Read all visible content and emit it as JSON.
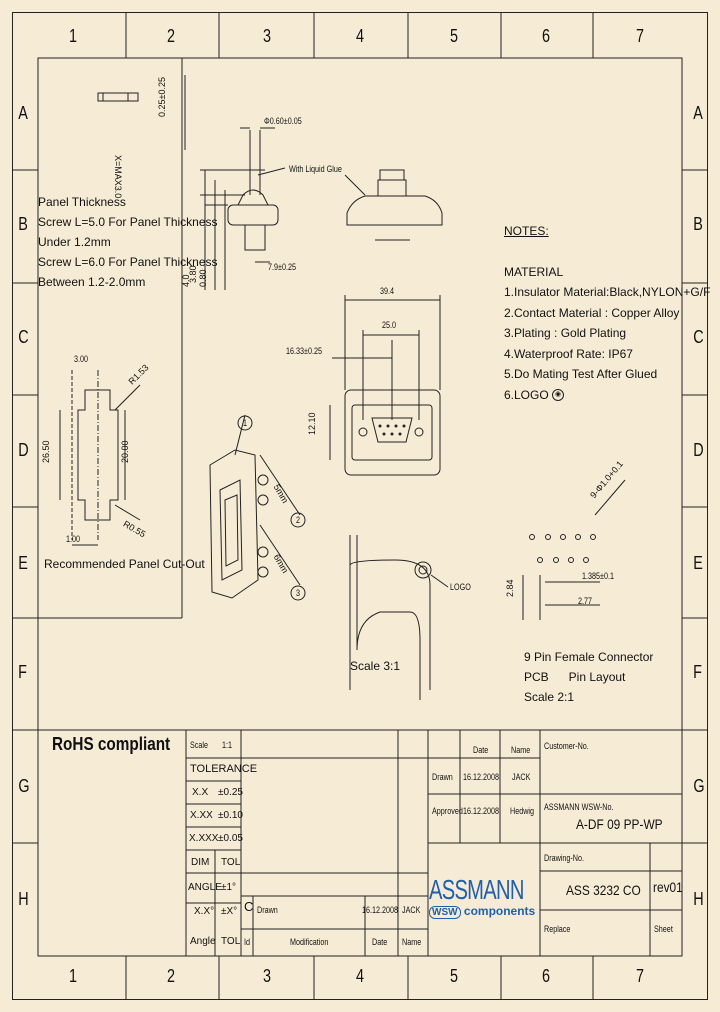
{
  "grid": {
    "columns": [
      "1",
      "2",
      "3",
      "4",
      "5",
      "6",
      "7"
    ],
    "rows": [
      "A",
      "B",
      "C",
      "D",
      "E",
      "F",
      "G",
      "H"
    ]
  },
  "panel_note": {
    "lines": [
      "Panel Thickness",
      "Screw L=5.0 For Panel Thickness",
      "Under 1.2mm",
      "Screw L=6.0 For Panel Thickness",
      "Between 1.2-2.0mm"
    ]
  },
  "cutout": {
    "dims": {
      "w300": "3.00",
      "r153": "R1.53",
      "h2650": "26.50",
      "h2000": "20.00",
      "w100": "1.00",
      "r055": "R0.55"
    },
    "caption": "Recommended Panel Cut-Out"
  },
  "side_view": {
    "dims": {
      "d060": "Φ0.60±0.05",
      "h025": "0.25±0.25",
      "x": "X=MAX3.0",
      "h40": "4.0",
      "h38": "3.80",
      "h0": "0.80",
      "w79": "7.9±0.25"
    },
    "glue_label": "With Liquid Glue"
  },
  "front_view": {
    "dims": {
      "w394": "39.4",
      "w250": "25.0",
      "w1633": "16.33±0.25",
      "h120": "12.10"
    }
  },
  "iso_view": {
    "dims": {
      "d5": "5mm",
      "d6": "6mm"
    },
    "balloons": [
      "1",
      "2",
      "3"
    ]
  },
  "notes": {
    "title": "NOTES:",
    "material_title": "MATERIAL",
    "items": [
      "1.Insulator Material:Black,NYLON+G/F",
      "2.Contact  Material : Copper Alloy",
      "3.Plating : Gold Plating",
      "4.Waterproof Rate: IP67",
      "5.Do Mating Test After Glued",
      "6.LOGO"
    ]
  },
  "pcb_layout": {
    "dims": {
      "hole": "9-Φ1.0+0.1",
      "p2": "2.84",
      "p1385": "1.385±0.1",
      "p277": "2.77"
    },
    "caption": [
      "9 Pin Female Connector",
      "PCB      Pin Layout",
      "Scale 2:1"
    ]
  },
  "detail": {
    "logo_label": "LOGO",
    "scale": "Scale 3:1"
  },
  "rohs": "RoHS compliant",
  "title_block": {
    "scale_label": "Scale",
    "scale_value": "1:1",
    "tolerance": "TOLERANCE",
    "tol_rows": [
      [
        "X.X",
        "±0.25"
      ],
      [
        "X.XX",
        "±0.10"
      ],
      [
        "X.XXX",
        "±0.05"
      ]
    ],
    "dim_tol": [
      "DIM",
      "TOL"
    ],
    "angle_row": [
      "ANGLE",
      "±1°"
    ],
    "angle_row2": [
      "X.X°",
      "±X°"
    ],
    "angle_tol": [
      "Angle",
      "TOL"
    ],
    "date_header": "Date",
    "name_header": "Name",
    "drawn": "Drawn",
    "drawn_date": "16.12.2008",
    "drawn_name": "JACK",
    "approved": "Approved",
    "approved_date": "16.12.2008",
    "approved_name": "Hedwig",
    "customer_no": "Customer-No.",
    "assmann_no_label": "ASSMANN WSW-No.",
    "assmann_no": "A-DF 09 PP-WP",
    "drawing_no_label": "Drawing-No.",
    "drawing_no": "ASS 3232 CO",
    "rev": "rev01",
    "replace": "Replace",
    "sheet": "Sheet",
    "mod_row": {
      "letter": "C",
      "text": "Drawn",
      "date": "16.12.2008",
      "name": "JACK"
    },
    "mod_headers": [
      "Id",
      "Modification",
      "Date",
      "Name"
    ],
    "logo_top": "ASSMANN",
    "logo_bottom": "components",
    "logo_prefix": "WSW"
  },
  "colors": {
    "background": "#f6ecd6",
    "line": "#222222",
    "logo_blue": "#1f5fb0"
  }
}
